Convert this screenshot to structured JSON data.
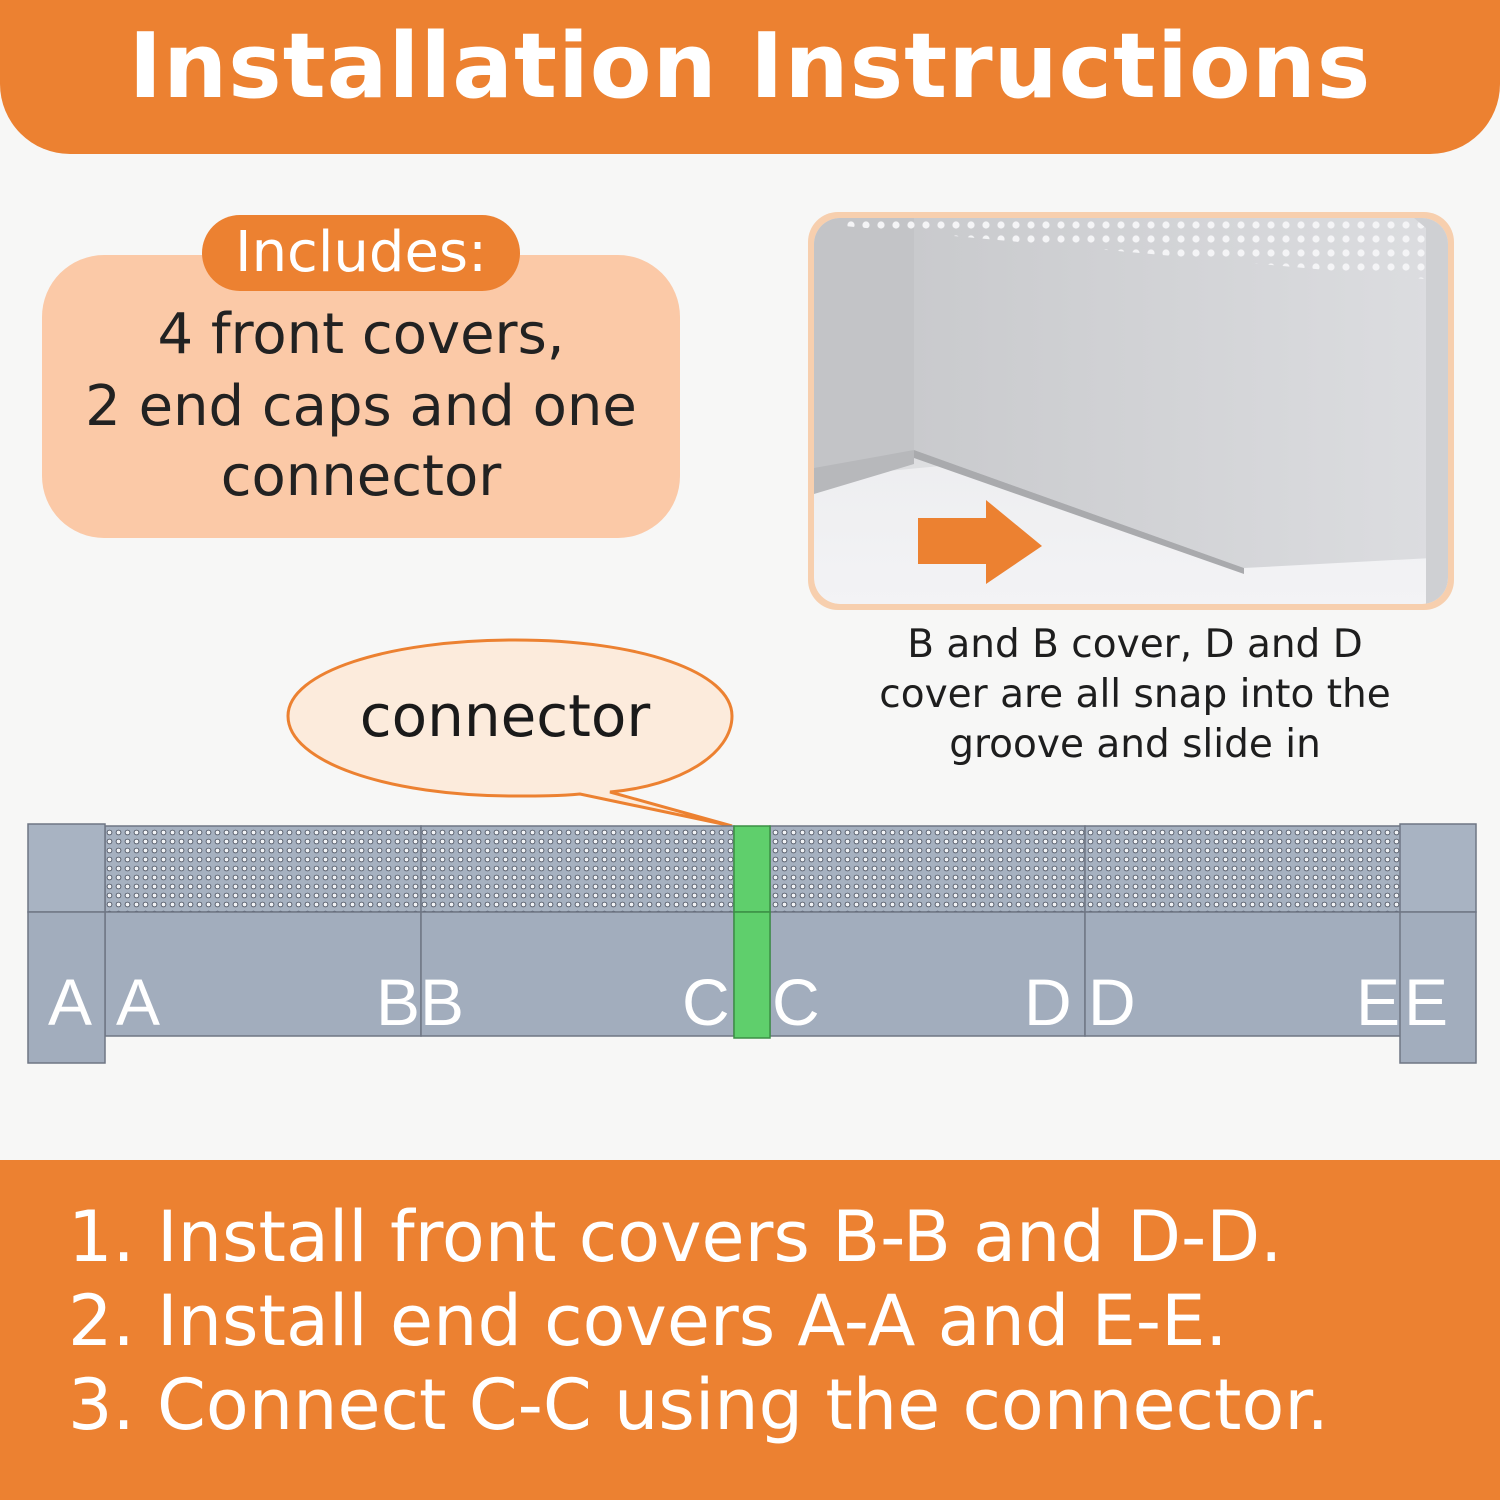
{
  "header": {
    "title": "Installation Instructions"
  },
  "includes": {
    "label": "Includes:",
    "lines": [
      "4 front covers,",
      "2 end caps and one",
      "connector"
    ]
  },
  "photo": {
    "arrow_icon": "right-arrow-icon",
    "caption_lines": [
      "B and B cover, D and D",
      "cover are all snap into the",
      "groove and slide in"
    ]
  },
  "diagram": {
    "callout": "connector",
    "labels": {
      "a1": "A",
      "a2": "A",
      "b1": "B",
      "b2": "B",
      "c1": "C",
      "c2": "C",
      "d1": "D",
      "d2": "D",
      "e1": "E",
      "e2": "E"
    },
    "colors": {
      "cover": "#a2adbd",
      "connector": "#5fcf6c",
      "accent": "#ec8131"
    }
  },
  "steps": [
    "1. Install front covers B-B and D-D.",
    "2. Install end covers A-A and E-E.",
    "3. Connect C-C using the connector."
  ]
}
